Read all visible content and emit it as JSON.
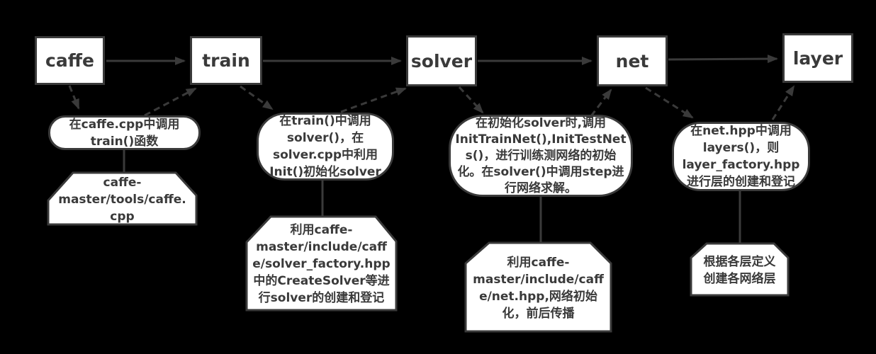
{
  "colors": {
    "background": "#000000",
    "stroke": "#3a3a3a",
    "shape_fill": "#ffffff",
    "text": "#3a3a3a"
  },
  "nodes": [
    {
      "label": "caffe"
    },
    {
      "label": "train"
    },
    {
      "label": "solver"
    },
    {
      "label": "net"
    },
    {
      "label": "layer"
    }
  ],
  "annotations": [
    {
      "lines": [
        "在caffe.cpp中调用",
        "train()函数"
      ]
    },
    {
      "lines": [
        "在train()中调用",
        "solver()，在",
        "solver.cpp中利用",
        "Init()初始化solver"
      ]
    },
    {
      "lines": [
        "在初始化solver时,调用",
        "InitTrainNet(),InitTestNet",
        "s()，进行训练测网络的初始",
        "化。在solver()中调用step进",
        "行网络求解。"
      ]
    },
    {
      "lines": [
        "在net.hpp中调用",
        "layers()，则",
        "layer_factory.hpp",
        "进行层的创建和登记"
      ]
    }
  ],
  "documents": [
    {
      "lines": [
        "caffe-",
        "master/tools/caffe.",
        "cpp"
      ]
    },
    {
      "lines": [
        "利用caffe-",
        "master/include/caff",
        "e/solver_factory.hpp",
        "中的CreateSolver等进",
        "行solver的创建和登记"
      ]
    },
    {
      "lines": [
        "利用caffe-",
        "master/include/caff",
        "e/net.hpp,网络初始",
        "化，前后传播"
      ]
    },
    {
      "lines": [
        "根据各层定义",
        "创建各网络层"
      ]
    }
  ]
}
